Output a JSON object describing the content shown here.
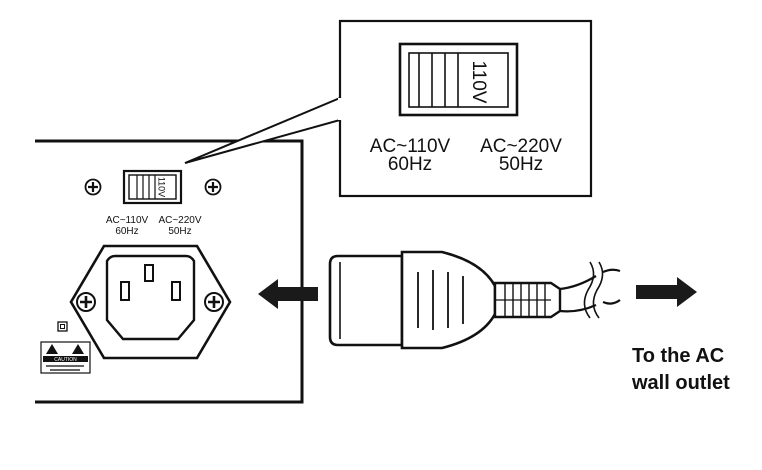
{
  "callout": {
    "switch_text": "110V",
    "option_110_voltage": "AC~110V",
    "option_110_freq": "60Hz",
    "option_220_voltage": "AC~220V",
    "option_220_freq": "50Hz"
  },
  "panel": {
    "switch_text": "110V",
    "option_110_voltage": "AC~110V",
    "option_110_freq": "60Hz",
    "option_220_voltage": "AC~220V",
    "option_220_freq": "50Hz",
    "caution_label": "CAUTION"
  },
  "destination": {
    "line1": "To the AC",
    "line2": "wall outlet"
  },
  "colors": {
    "line": "#111111",
    "background": "#ffffff",
    "arrow": "#1a1a1a"
  },
  "icons": [
    "screw-icon",
    "iec-power-inlet",
    "power-cord-plug",
    "arrow-left-icon",
    "arrow-right-icon",
    "warning-triangle-icon",
    "ground-square-icon"
  ]
}
